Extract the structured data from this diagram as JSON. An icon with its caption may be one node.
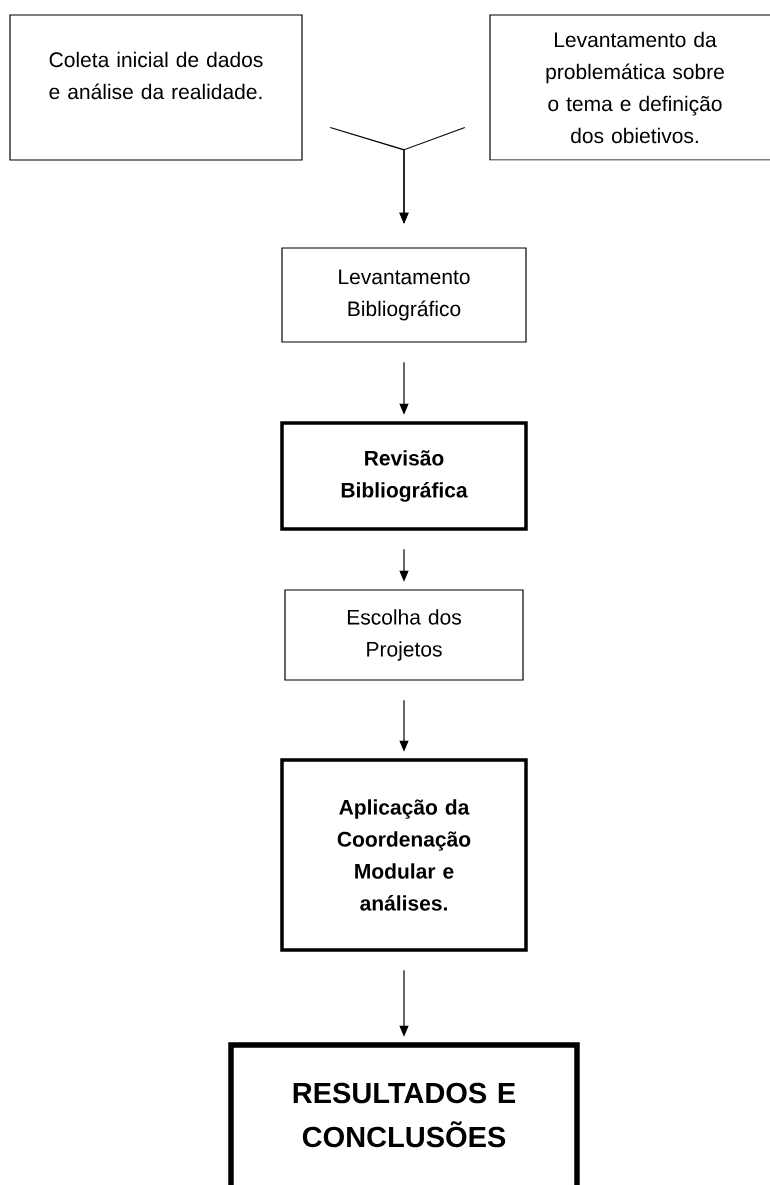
{
  "diagram": {
    "nodes": [
      {
        "text": [
          "Coleta inicial de dados e análise da realidade."
        ]
      },
      {
        "text": [
          "Levantamento da problemática sobre o tema e definição dos obietivos."
        ]
      },
      {
        "text": [
          "Levantamento Bibliográfico"
        ]
      },
      {
        "text": [
          "Revisão Bibliográfica"
        ]
      },
      {
        "text": [
          "Escolha dos Projetos"
        ]
      },
      {
        "text": [
          "Aplicação da Coordenação Modular e análises."
        ]
      },
      {
        "text": [
          "RESULTADOS E CONCLUSÕES"
        ]
      }
    ],
    "edges": [
      {
        "from": 0,
        "to": 2,
        "arrow": "to"
      },
      {
        "from": 1,
        "to": 2,
        "arrow": "to"
      },
      {
        "from": 2,
        "to": 3,
        "arrow": "to"
      },
      {
        "from": 3,
        "to": 4,
        "arrow": "to"
      },
      {
        "from": 4,
        "to": 5,
        "arrow": "to"
      },
      {
        "from": 5,
        "to": 6,
        "arrow": "to"
      }
    ]
  }
}
